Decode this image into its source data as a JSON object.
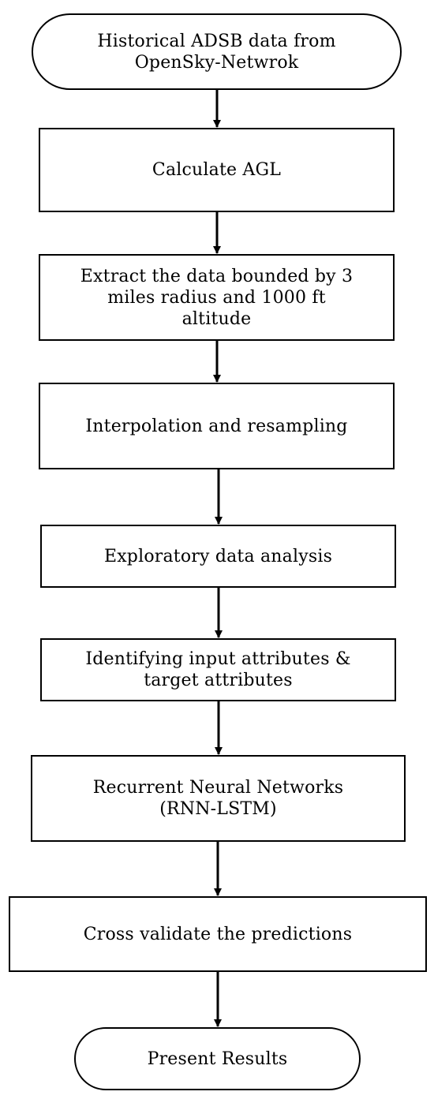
{
  "flowchart": {
    "nodes": [
      {
        "id": "start",
        "shape": "terminal",
        "label": "Historical ADSB data from\nOpenSky-Netwrok"
      },
      {
        "id": "agl",
        "shape": "process",
        "label": "Calculate AGL"
      },
      {
        "id": "extract",
        "shape": "process",
        "label": "Extract the data bounded by 3\nmiles radius and 1000 ft\naltitude"
      },
      {
        "id": "interp",
        "shape": "process",
        "label": "Interpolation and resampling"
      },
      {
        "id": "eda",
        "shape": "process",
        "label": "Exploratory data analysis"
      },
      {
        "id": "attrs",
        "shape": "process",
        "label": "Identifying input attributes &\ntarget attributes"
      },
      {
        "id": "rnn",
        "shape": "process",
        "label": "Recurrent Neural Networks\n(RNN-LSTM)"
      },
      {
        "id": "xval",
        "shape": "process",
        "label": "Cross validate the predictions"
      },
      {
        "id": "end",
        "shape": "terminal",
        "label": "Present Results"
      }
    ],
    "edges": [
      {
        "from": "start",
        "to": "agl"
      },
      {
        "from": "agl",
        "to": "extract"
      },
      {
        "from": "extract",
        "to": "interp"
      },
      {
        "from": "interp",
        "to": "eda"
      },
      {
        "from": "eda",
        "to": "attrs"
      },
      {
        "from": "attrs",
        "to": "rnn"
      },
      {
        "from": "rnn",
        "to": "xval"
      },
      {
        "from": "xval",
        "to": "end"
      }
    ]
  }
}
